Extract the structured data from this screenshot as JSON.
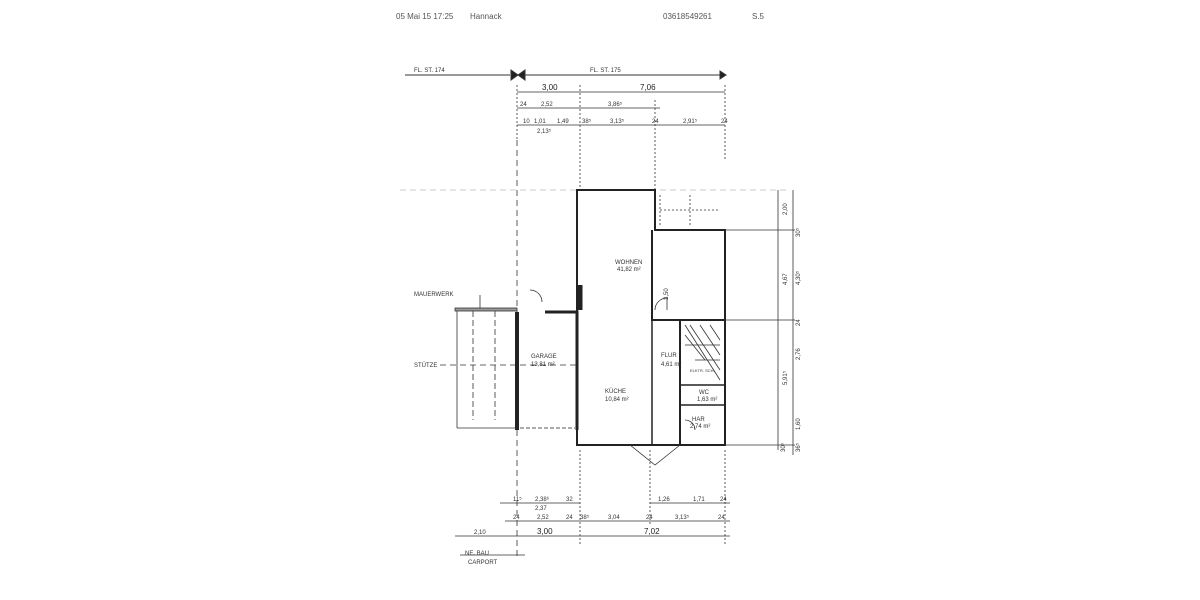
{
  "fax_header": {
    "datetime": "05 Mai 15 17:25",
    "sender": "Hannack",
    "phone": "03618549261",
    "page": "S.5"
  },
  "parcels": {
    "left": "FL. ST. 174",
    "right": "FL. ST. 175"
  },
  "labels": {
    "mauerwerk": "MAUERWERK",
    "stuetze": "STÜTZE",
    "neighbor": "NE. BAU",
    "neighbor2": "CARPORT"
  },
  "rooms": [
    {
      "name": "WOHNEN",
      "area": "41,82 m²"
    },
    {
      "name": "GARAGE",
      "area": "13,81 m²"
    },
    {
      "name": "FLUR",
      "area": "4,61 m²"
    },
    {
      "name": "KÜCHE",
      "area": "10,84 m²"
    },
    {
      "name": "WC",
      "area": "1,63 m²"
    },
    {
      "name": "HAR",
      "area": "2,74 m²"
    }
  ],
  "dims_top": {
    "row1": [
      "3,00",
      "7,06"
    ],
    "row2": [
      "24",
      "2,52",
      "3,86⁵"
    ],
    "row3": [
      "10",
      "1,01",
      "1,49",
      "38⁵",
      "3,13⁵",
      "24",
      "2,91⁵",
      "24"
    ],
    "sub": "2,13⁵"
  },
  "dims_bottom": {
    "row1": [
      "11⁵",
      "2,38⁶",
      "2,37",
      "32",
      "1,26",
      "1,71",
      "24"
    ],
    "row2": [
      "24",
      "2,52",
      "24",
      "38⁵",
      "3,04",
      "24",
      "3,13⁵",
      "24"
    ],
    "row3": [
      "2,10",
      "3,00",
      "7,02"
    ]
  },
  "dims_right": [
    "2,00",
    "4,67",
    "5,91⁵",
    "30⁵",
    "4,30⁵",
    "24",
    "2,76",
    "1,60",
    "30⁵",
    "36⁵",
    "3,50"
  ],
  "stair_note": "ELKTR. SCH.",
  "colors": {
    "ink": "#222222",
    "paper": "#ffffff"
  }
}
